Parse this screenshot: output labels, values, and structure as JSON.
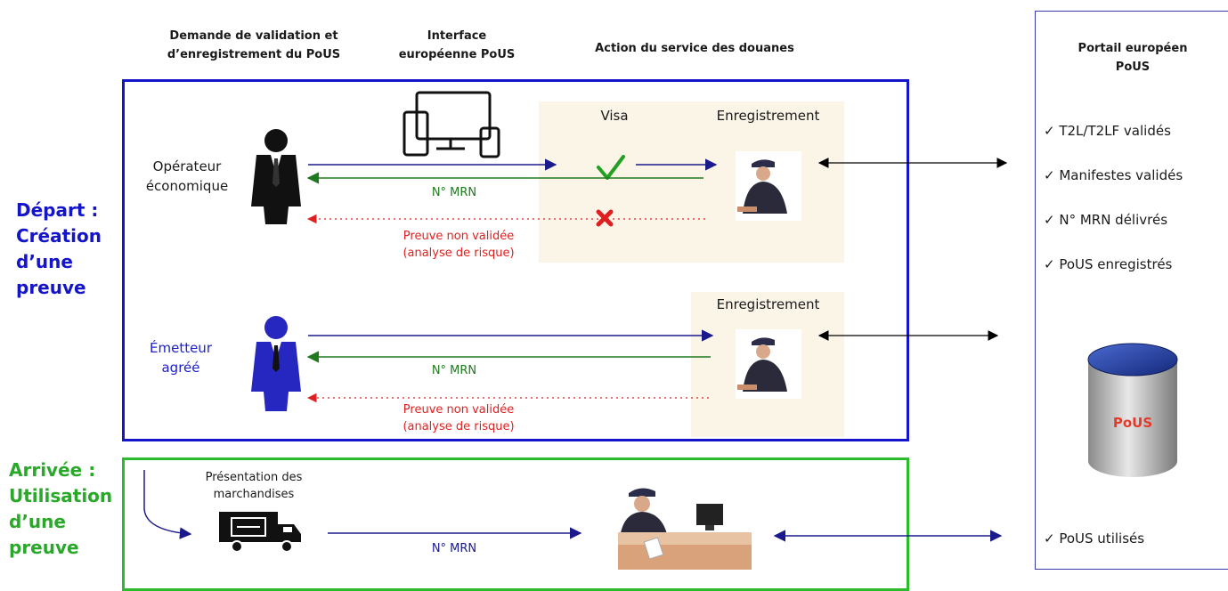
{
  "headers": {
    "col1": "Demande de validation et d’enregistrement du PoUS",
    "col1_line1": "Demande de validation et",
    "col1_line2": "d’enregistrement du PoUS",
    "col2_line1": "Interface",
    "col2_line2": "européenne PoUS",
    "col3": "Action du service des douanes"
  },
  "sections": {
    "depart_lines": [
      "Départ :",
      "Création",
      "d’une",
      "preuve"
    ],
    "arrivee_lines": [
      "Arrivée :",
      "Utilisation",
      "d’une",
      "preuve"
    ]
  },
  "actors": {
    "operateur_line1": "Opérateur",
    "operateur_line2": "économique",
    "emetteur_line1": "Émetteur",
    "emetteur_line2": "agréé",
    "presentation_line1": "Présentation des",
    "presentation_line2": "marchandises"
  },
  "actions": {
    "visa": "Visa",
    "enregistrement_top": "Enregistrement",
    "enregistrement_mid": "Enregistrement"
  },
  "flows": {
    "mrn_top": "N° MRN",
    "rejet_top_line1": "Preuve non validée",
    "rejet_top_line2": "(analyse de risque)",
    "mrn_mid": "N° MRN",
    "rejet_mid_line1": "Preuve non validée",
    "rejet_mid_line2": "(analyse de risque)",
    "mrn_bottom": "N° MRN"
  },
  "portal": {
    "title_line1": "Portail européen",
    "title_line2": "PoUS",
    "checks": [
      "T2L/T2LF validés",
      "Manifestes validés",
      "N° MRN délivrés",
      "PoUS enregistrés"
    ],
    "database_label": "PoUS",
    "check_bottom": "PoUS utilisés"
  },
  "colors": {
    "depart_frame": "#1414c8",
    "arrivee_frame": "#2cbb2c",
    "flow_navy": "#1a1a8c",
    "flow_green": "#1f7a1f",
    "reject_red": "#e02020",
    "database_blue": "#1e3a9a",
    "database_label": "#e53a2a"
  }
}
